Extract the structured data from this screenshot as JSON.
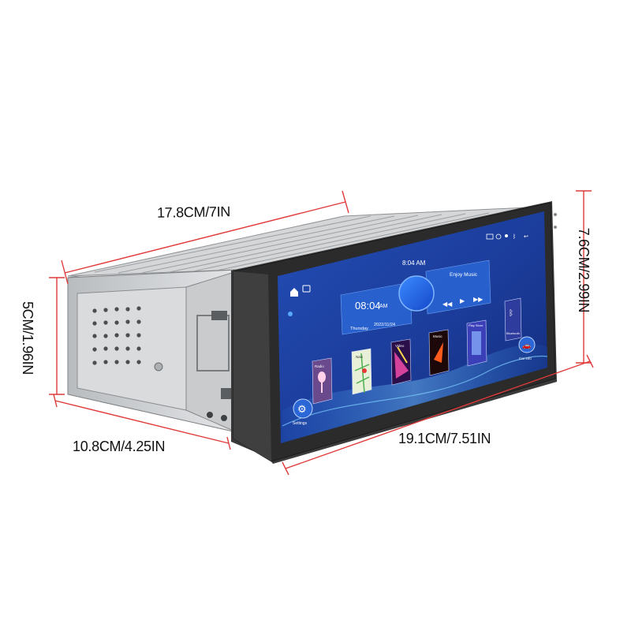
{
  "dimensions": {
    "top_length": "17.8CM/7IN",
    "left_height": "5CM/1.96IN",
    "bottom_depth": "10.8CM/4.25IN",
    "bottom_width": "19.1CM/7.51IN",
    "right_height": "7.6CM/2.99IN"
  },
  "screen": {
    "time_top": "8:04 AM",
    "clock_time": "08:04",
    "clock_ampm": "AM",
    "day": "Thursday",
    "date": "2022/11/24",
    "music_prompt": "Enjoy Music",
    "apps": [
      "Radio",
      "Navi",
      "Video",
      "Music",
      "Play Store",
      "Bluetooth",
      "Car Info"
    ],
    "settings_label": "Settings",
    "car_info_label": "Car info"
  },
  "colors": {
    "dimension_line": "#e03a3a",
    "screen_bg": "#1a3fa0",
    "bezel": "#2b2b2b"
  }
}
